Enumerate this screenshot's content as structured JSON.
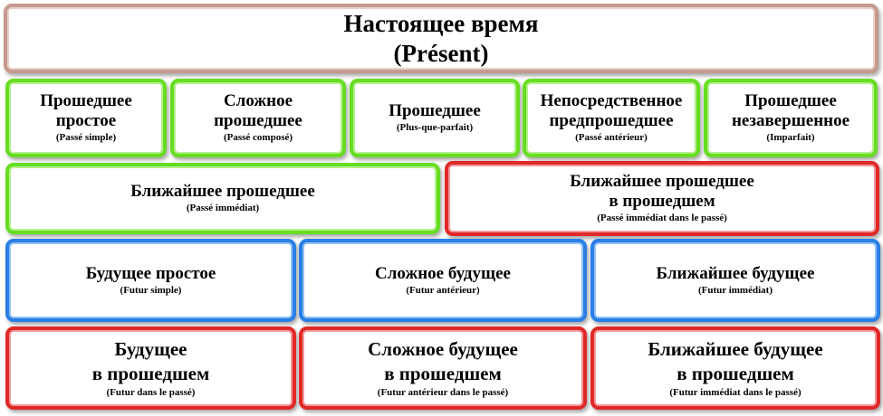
{
  "header": {
    "line1": "Настоящее время",
    "line2": "(Présent)"
  },
  "past": [
    {
      "name1": "Прошедшее",
      "name2": "простое",
      "fr": "(Passé simple)"
    },
    {
      "name1": "Сложное",
      "name2": "прошедшее",
      "fr": "(Passé composé)"
    },
    {
      "name1": "Прошедшее",
      "name2": "",
      "fr": "(Plus-que-parfait)"
    },
    {
      "name1": "Непосредственное",
      "name2": "предпрошедшее",
      "fr": "(Passé antérieur)"
    },
    {
      "name1": "Прошедшее",
      "name2": "незавершенное",
      "fr": "(Imparfait)"
    }
  ],
  "recent_past": {
    "name1": "Ближайшее прошедшее",
    "fr": "(Passé immédiat)"
  },
  "recent_past_in_past": {
    "name1": "Ближайшее прошедшее",
    "name2": "в прошедшем",
    "fr": "(Passé immédiat dans le passé)"
  },
  "future": [
    {
      "name1": "Будущее простое",
      "fr": "(Futur simple)"
    },
    {
      "name1": "Сложное будущее",
      "fr": "(Futur antérieur)"
    },
    {
      "name1": "Ближайшее будущее",
      "fr": "(Futur immédiat)"
    }
  ],
  "future_in_past": [
    {
      "name1": "Будущее",
      "name2": "в прошедшем",
      "fr": "(Futur dans le passé)"
    },
    {
      "name1": "Сложное будущее",
      "name2": "в прошедшем",
      "fr": "(Futur antérieur dans le passé)"
    },
    {
      "name1": "Ближайшее будущее",
      "name2": "в прошедшем",
      "fr": "(Futur immédiat dans le passé)"
    }
  ],
  "colors": {
    "present": "#c49a8c",
    "past": "#66dd22",
    "past_in_past": "#e02828",
    "future": "#2a7ee6",
    "future_in_past": "#e02828"
  }
}
